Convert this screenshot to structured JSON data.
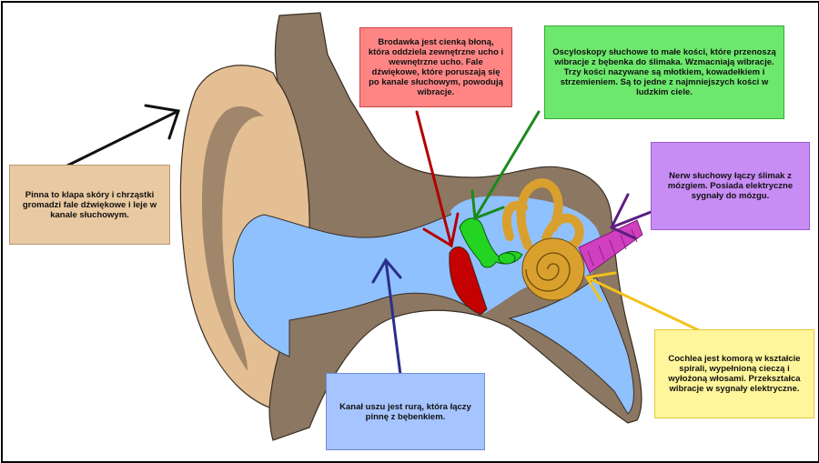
{
  "callouts": {
    "pinna": "Pinna to klapa skóry i chrząstki gromadzi fale dźwiękowe i leje w kanale słuchowym.",
    "eardrum": "Brodawka jest cienką błoną, która oddziela zewnętrzne ucho i wewnętrzne ucho. Fale dźwiękowe, które poruszają się po kanale słuchowym, powodują wibracje.",
    "ossicles": "Oscyloskopy słuchowe to małe kości, które przenoszą wibracje z bębenka do ślimaka. Wzmacniają wibracje. Trzy kości nazywane są młotkiem, kowadełkiem i strzemieniem. Są to jedne z najmniejszych kości w ludzkim ciele.",
    "nerve": "Nerw słuchowy łączy ślimak z mózgiem. Posiada elektryczne sygnały do mózgu.",
    "canal": "Kanał uszu jest rurą, która łączy pinnę z bębenkiem.",
    "cochlea": "Cochlea jest komorą w kształcie spirali, wypełnioną cieczą i wyłożoną włosami. Przekształca wibracje w sygnały elektryczne."
  },
  "colors": {
    "skin": "#e5bf94",
    "skin_fold": "#a0866a",
    "tissue": "#8b7762",
    "canal": "#90c1ff",
    "eardrum": "#c50000",
    "ossicles": "#23d423",
    "cochlea": "#d9a02e",
    "nerve": "#d03fbf",
    "arrow_pinna": "#111111",
    "arrow_eardrum": "#b30000",
    "arrow_ossicles": "#1a8a1a",
    "arrow_nerve": "#5a1d80",
    "arrow_canal": "#2a2f8a",
    "arrow_cochlea": "#f2c21a"
  }
}
